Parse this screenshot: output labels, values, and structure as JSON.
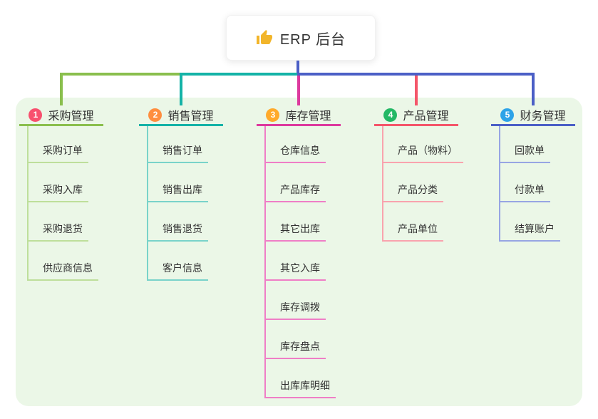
{
  "root": {
    "label": "ERP 后台",
    "icon": "thumbs-up-icon",
    "icon_color": "#f2b52a"
  },
  "branches": [
    {
      "index": "1",
      "label": "采购管理",
      "badge_color": "#f8506e",
      "line_color": "#8abf4d",
      "child_line_color": "#bedf9b",
      "children": [
        "采购订单",
        "采购入库",
        "采购退货",
        "供应商信息"
      ]
    },
    {
      "index": "2",
      "label": "销售管理",
      "badge_color": "#ff8e3f",
      "line_color": "#14b3a7",
      "child_line_color": "#79d3ca",
      "children": [
        "销售订单",
        "销售出库",
        "销售退货",
        "客户信息"
      ]
    },
    {
      "index": "3",
      "label": "库存管理",
      "badge_color": "#ffaa2b",
      "line_color": "#dd3a9e",
      "child_line_color": "#ef7ec6",
      "children": [
        "仓库信息",
        "产品库存",
        "其它出库",
        "其它入库",
        "库存调拨",
        "库存盘点",
        "出库库明细"
      ]
    },
    {
      "index": "4",
      "label": "产品管理",
      "badge_color": "#23b865",
      "line_color": "#f4566a",
      "child_line_color": "#f9a3ae",
      "children": [
        "产品（物料）",
        "产品分类",
        "产品单位"
      ]
    },
    {
      "index": "5",
      "label": "财务管理",
      "badge_color": "#2da3e8",
      "line_color": "#4b5fc6",
      "child_line_color": "#97a5e3",
      "children": [
        "回款单",
        "付款单",
        "结算账户"
      ]
    }
  ],
  "colors": {
    "panel_bg": "#ebf7e7",
    "root_line": "#4b5fc6",
    "text": "#333333",
    "card_bg": "#ffffff"
  }
}
